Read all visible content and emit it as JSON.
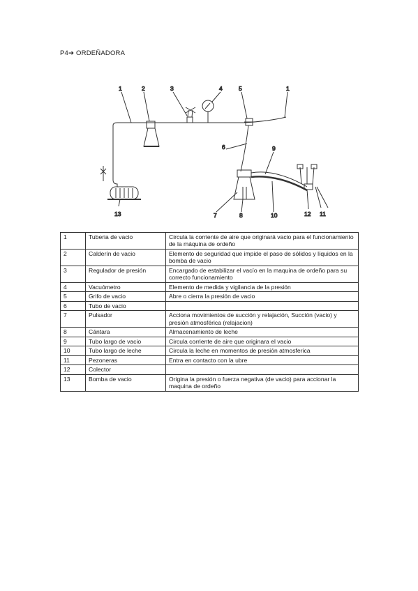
{
  "heading": {
    "prefix": "P4",
    "arrow": "➔",
    "title": " ORDEÑADORA"
  },
  "diagram_labels": [
    "1",
    "2",
    "3",
    "4",
    "5",
    "1",
    "6",
    "9",
    "7",
    "8",
    "10",
    "12",
    "11",
    "13"
  ],
  "rows": [
    {
      "num": "1",
      "name": "Tuberia de vacio",
      "desc": "Circula la corriente de aire que originará vacio para el funcionamiento de la máquina de ordeño"
    },
    {
      "num": "2",
      "name": "Calderín de vacio",
      "desc": "Elemento de seguridad que impide el paso de sólidos y líquidos en la bomba de vacio"
    },
    {
      "num": "3",
      "name": "Regulador de presión",
      "desc": "Encargado de estabilizar el vacío en la maquina de ordeño para su correcto funcionamiento"
    },
    {
      "num": "4",
      "name": "Vacuómetro",
      "desc": "Elemento de medida y vigilancia de la presión"
    },
    {
      "num": "5",
      "name": "Grifo de vacio",
      "desc": "Abre o cierra la presión de vacio"
    },
    {
      "num": "6",
      "name": "Tubo de vacio",
      "desc": ""
    },
    {
      "num": "7",
      "name": "Pulsador",
      "desc": "Acciona movimientos de succión y relajación, Succión (vacio) y presión atmosférica (relajacion)"
    },
    {
      "num": "8",
      "name": "Cántara",
      "desc": "Almacenamiento de leche"
    },
    {
      "num": "9",
      "name": "Tubo largo de vacio",
      "desc": "Circula corriente de aire que originara el vacio"
    },
    {
      "num": "10",
      "name": "Tubo largo de leche",
      "desc": "Circula la leche en momentos de presión atmosferica"
    },
    {
      "num": "11",
      "name": "Pezoneras",
      "desc": "Entra en contacto con la ubre"
    },
    {
      "num": "12",
      "name": "Colector",
      "desc": ""
    },
    {
      "num": "13",
      "name": "Bomba de vacio",
      "desc": "Origina la presión o fuerza negativa (de vacio) para accionar la maquina de ordeño"
    }
  ]
}
